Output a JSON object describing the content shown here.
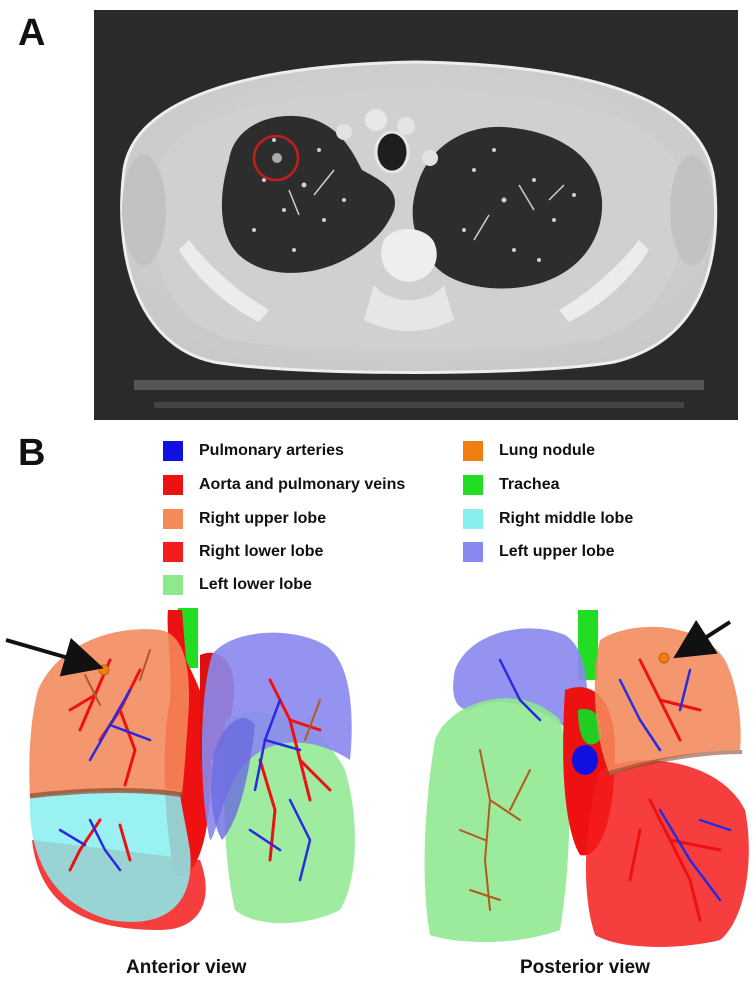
{
  "panels": {
    "a": {
      "label": "A"
    },
    "b": {
      "label": "B"
    }
  },
  "legend": {
    "left": [
      {
        "label": "Pulmonary arteries",
        "color": "#1010e0"
      },
      {
        "label": "Aorta and pulmonary veins",
        "color": "#ee1111"
      },
      {
        "label": "Right upper lobe",
        "color": "#f4895a"
      },
      {
        "label": "Right lower lobe",
        "color": "#f41c1c"
      },
      {
        "label": "Left lower lobe",
        "color": "#8ee88e"
      }
    ],
    "right": [
      {
        "label": "Lung nodule",
        "color": "#f07f10"
      },
      {
        "label": "Trachea",
        "color": "#22dd22"
      },
      {
        "label": "Right middle lobe",
        "color": "#88eef0"
      },
      {
        "label": "Left upper lobe",
        "color": "#8888ee"
      }
    ]
  },
  "views": {
    "anterior": "Anterior view",
    "posterior": "Posterior view"
  }
}
